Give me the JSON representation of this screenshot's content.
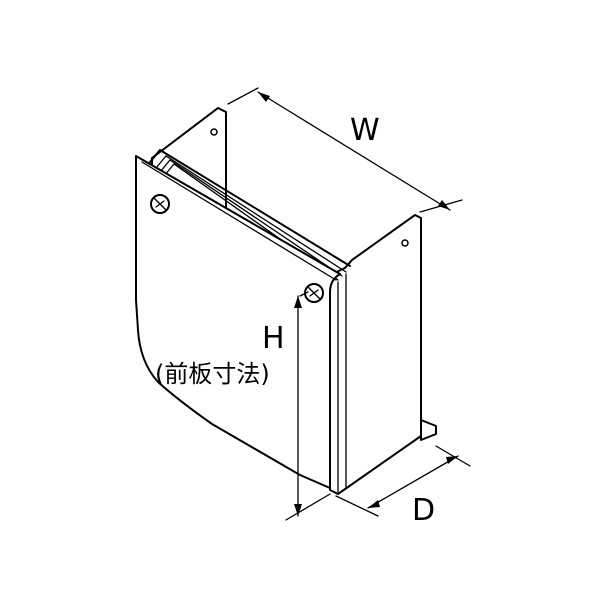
{
  "labels": {
    "width": "W",
    "height": "H",
    "height_note": "(前板寸法)",
    "depth": "D"
  }
}
